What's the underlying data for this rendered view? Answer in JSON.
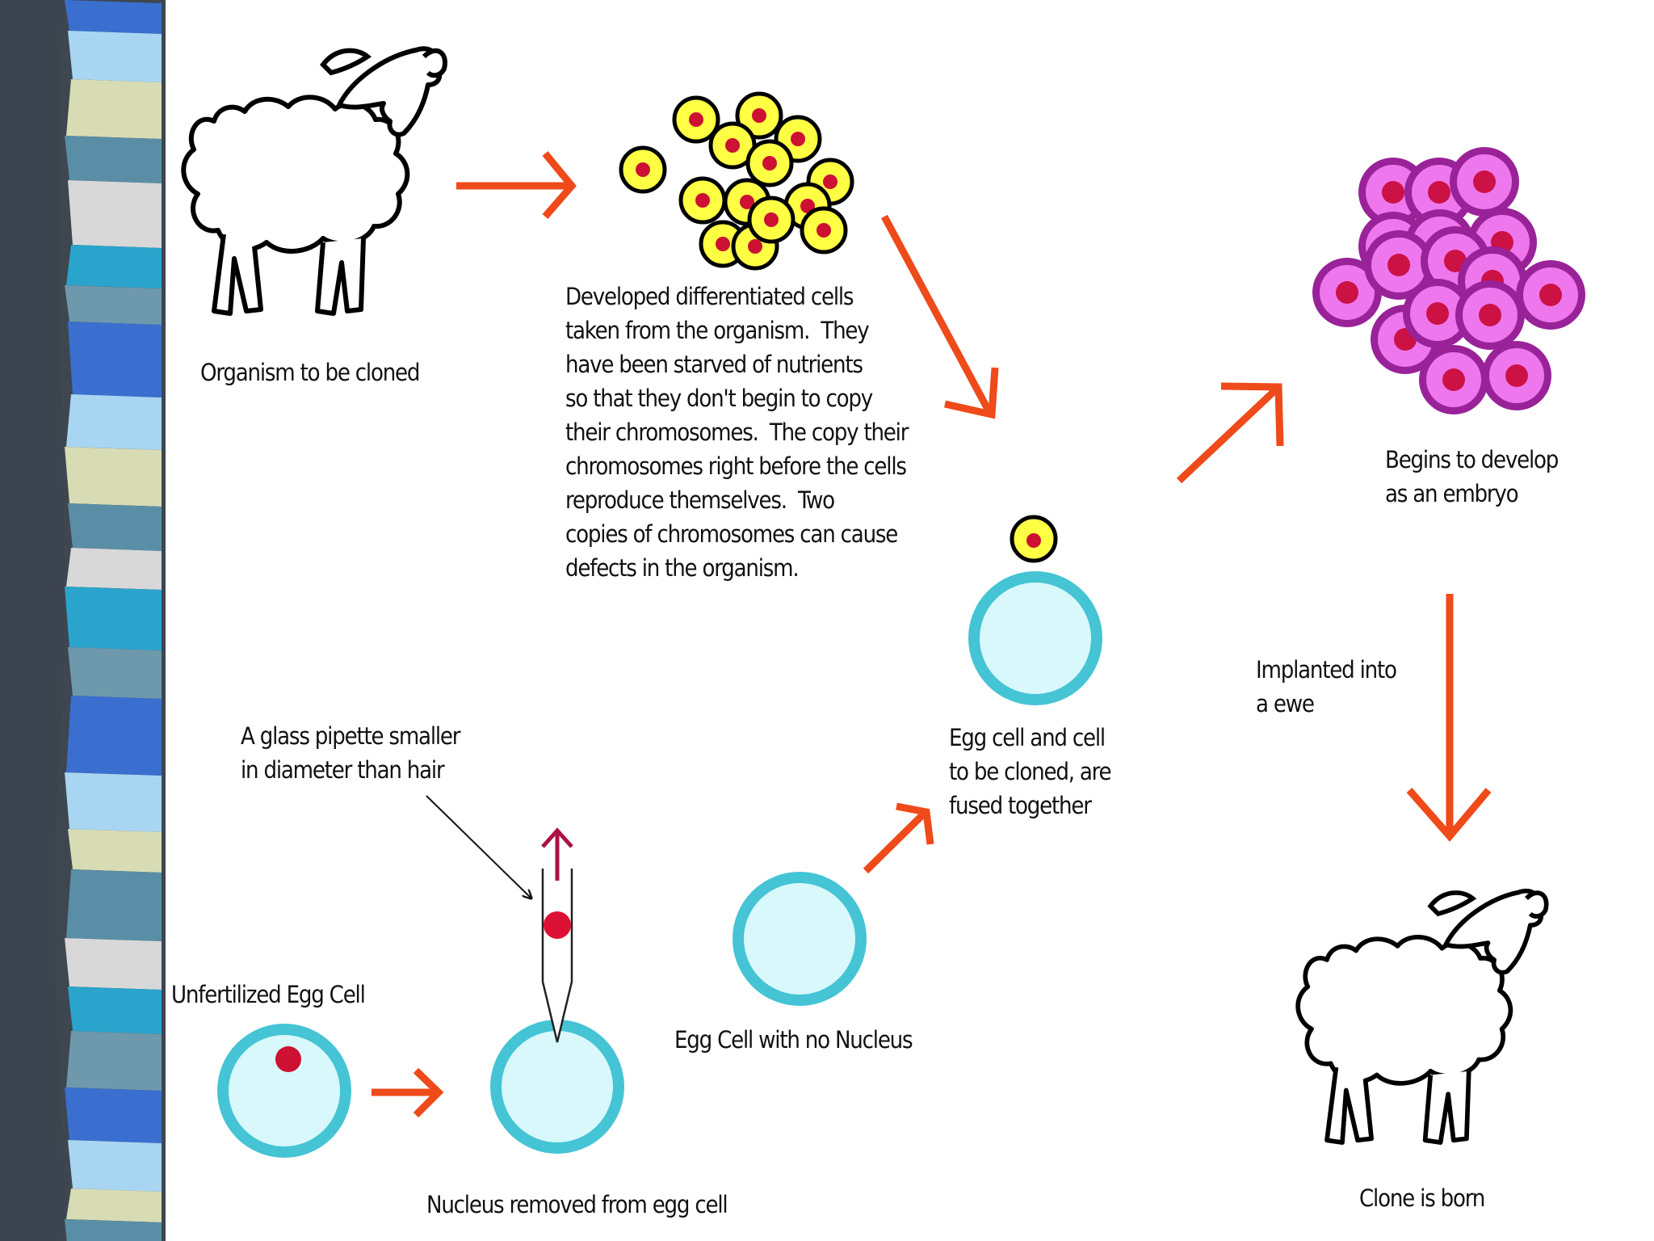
{
  "colors": {
    "arrow": "#ee4a1a",
    "cell_fill": "#ffff44",
    "cell_nucleus": "#cc1133",
    "egg_ring": "#44c4d4",
    "egg_fill": "#d8f8fc",
    "embryo_outer": "#992299",
    "embryo_mid": "#ee77ee",
    "embryo_nucleus": "#cc1144",
    "pipette_arrow": "#aa1144",
    "left_bar_palette": [
      "#3a6fd0",
      "#a8d6f2",
      "#d8dcb4",
      "#5a8ea6",
      "#d8d8d8",
      "#2aa4cc",
      "#6e98ac"
    ]
  },
  "icons": {
    "organism": "sheep-icon",
    "clone": "sheep-icon"
  },
  "labels": {
    "organism": "Organism to be cloned",
    "differentiated_cells": [
      "Developed differentiated cells",
      "taken from the organism.  They",
      "have been starved of nutrients",
      "so that they don't begin to copy",
      "their chromosomes.  The copy their",
      "chromosomes right before the cells",
      "reproduce themselves.  Two",
      "copies of chromosomes can cause",
      "defects in the organism."
    ],
    "embryo": [
      "Begins to develop",
      "as an embryo"
    ],
    "implanted": [
      "Implanted into",
      "a ewe"
    ],
    "fused": [
      "Egg cell and cell",
      "to be cloned, are",
      "fused together"
    ],
    "pipette": [
      "A glass pipette smaller",
      "in diameter than hair"
    ],
    "unfertilized_egg": "Unfertilized Egg Cell",
    "egg_no_nucleus": "Egg Cell with no Nucleus",
    "nucleus_removed": "Nucleus removed from egg cell",
    "clone_born": "Clone is born"
  }
}
